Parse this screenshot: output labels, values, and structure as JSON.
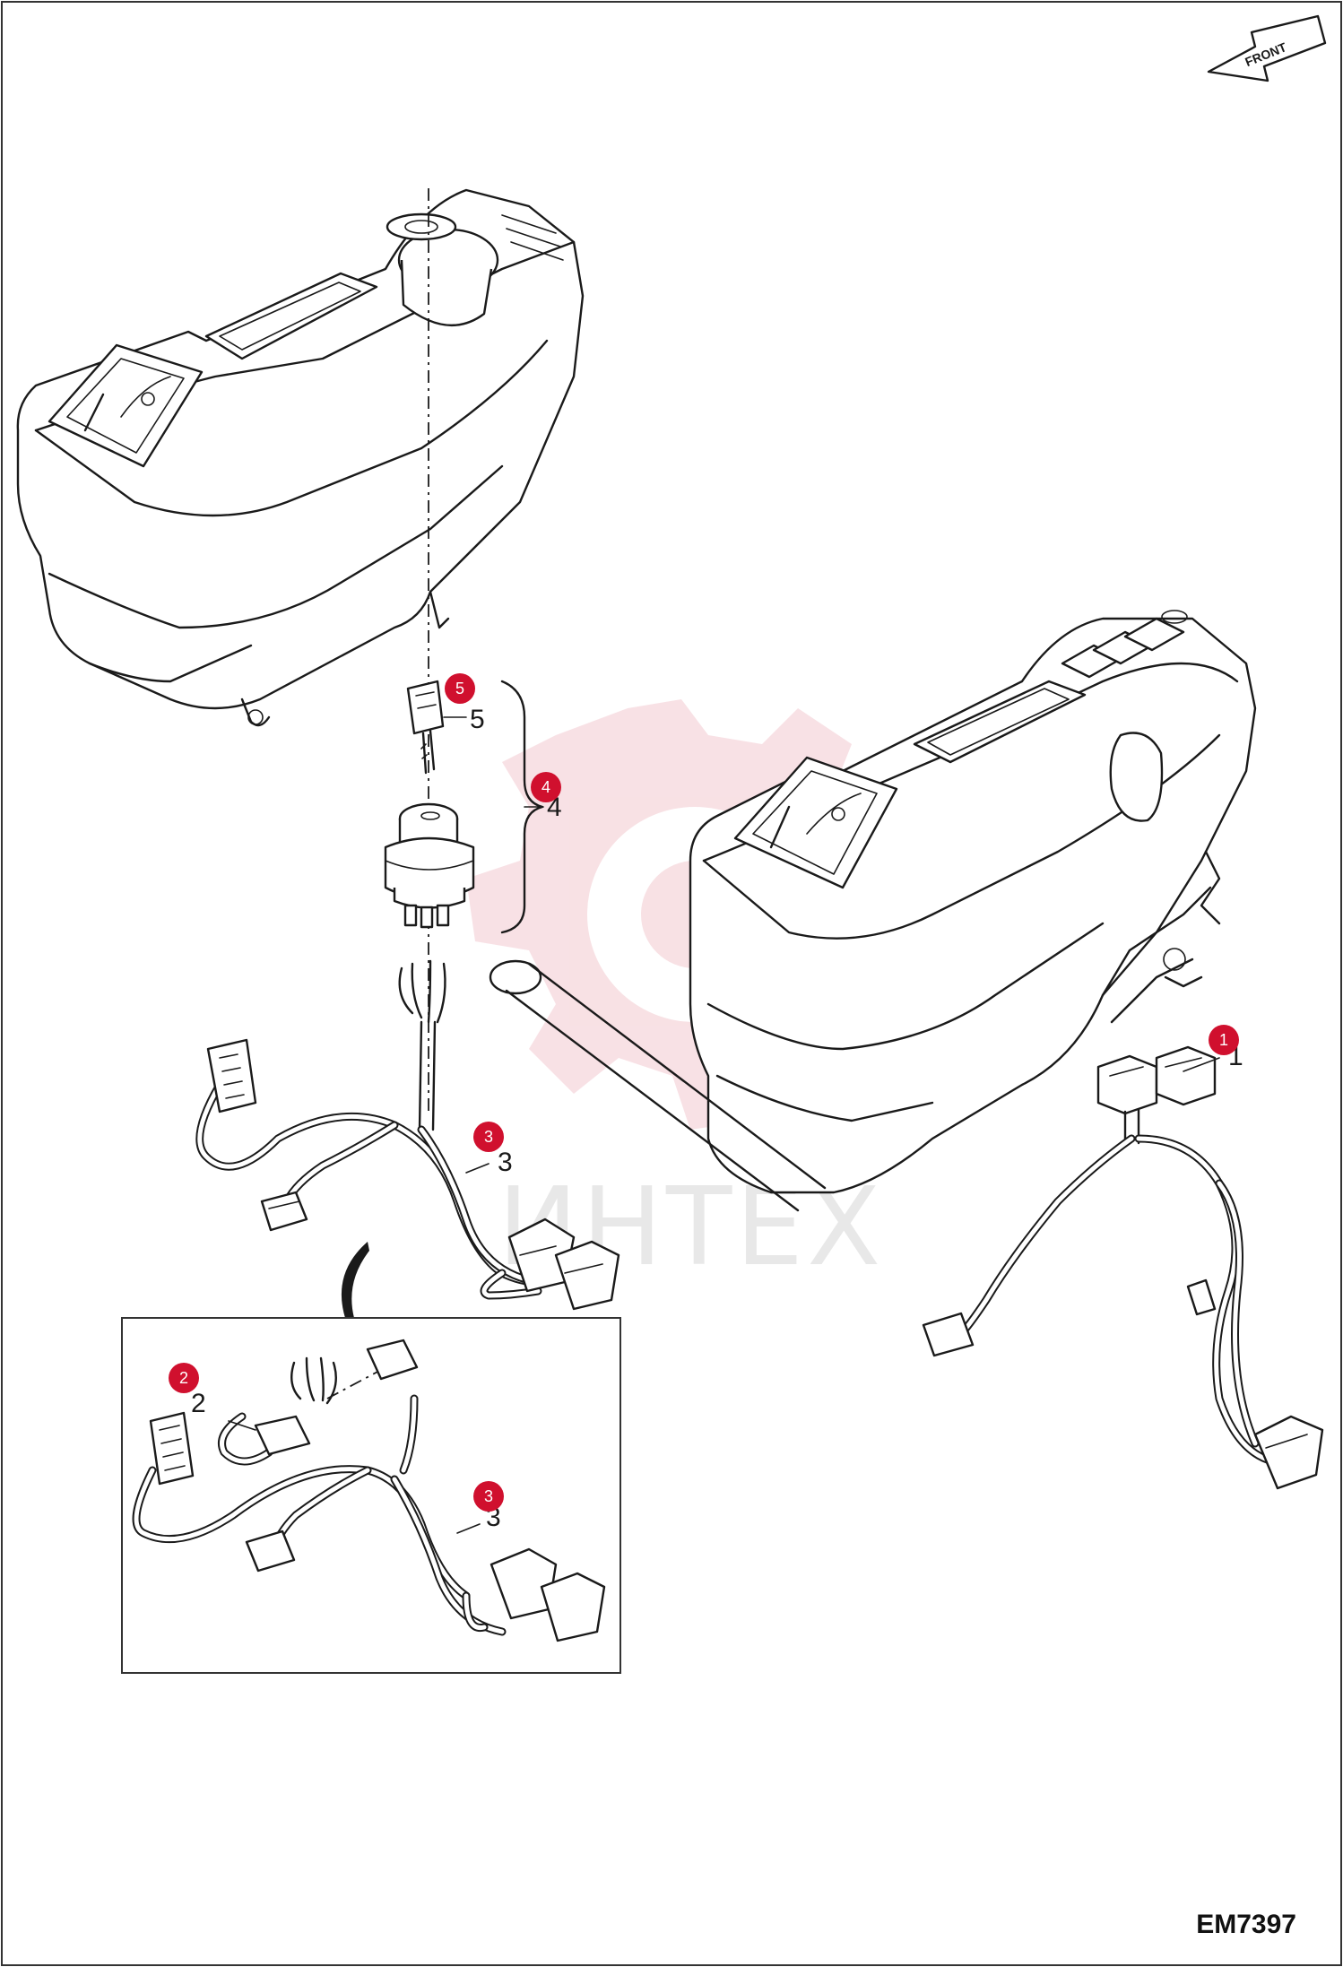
{
  "figure_code": "EM7397",
  "front_label": "FRONT",
  "watermark": "ИНТЕХ",
  "callouts": [
    {
      "id": "callout-1",
      "badge": "1",
      "label": "1"
    },
    {
      "id": "callout-2",
      "badge": "2",
      "label": "2"
    },
    {
      "id": "callout-3a",
      "badge": "3",
      "label": "3"
    },
    {
      "id": "callout-3b",
      "badge": "3",
      "label": "3"
    },
    {
      "id": "callout-4",
      "badge": "4",
      "label": "4"
    },
    {
      "id": "callout-5",
      "badge": "5",
      "label": "5"
    }
  ],
  "colors": {
    "badge": "#d0102e",
    "line": "#1a1a1a",
    "watermark": "#e8b7bd"
  }
}
